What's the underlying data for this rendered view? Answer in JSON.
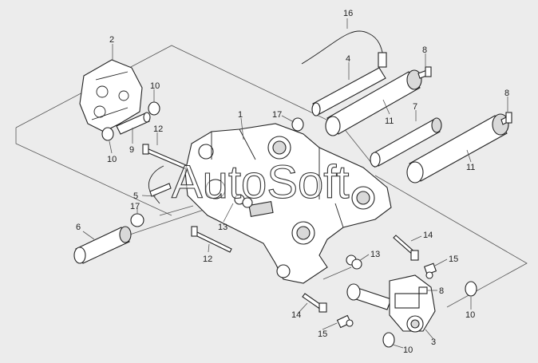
{
  "watermark": "AutoSoft",
  "callouts": [
    "16",
    "2",
    "4",
    "8",
    "10",
    "17",
    "1",
    "7",
    "8",
    "11",
    "12",
    "9",
    "10",
    "11",
    "5",
    "17",
    "6",
    "13",
    "12",
    "14",
    "13",
    "15",
    "8",
    "14",
    "15",
    "10",
    "3",
    "10"
  ]
}
